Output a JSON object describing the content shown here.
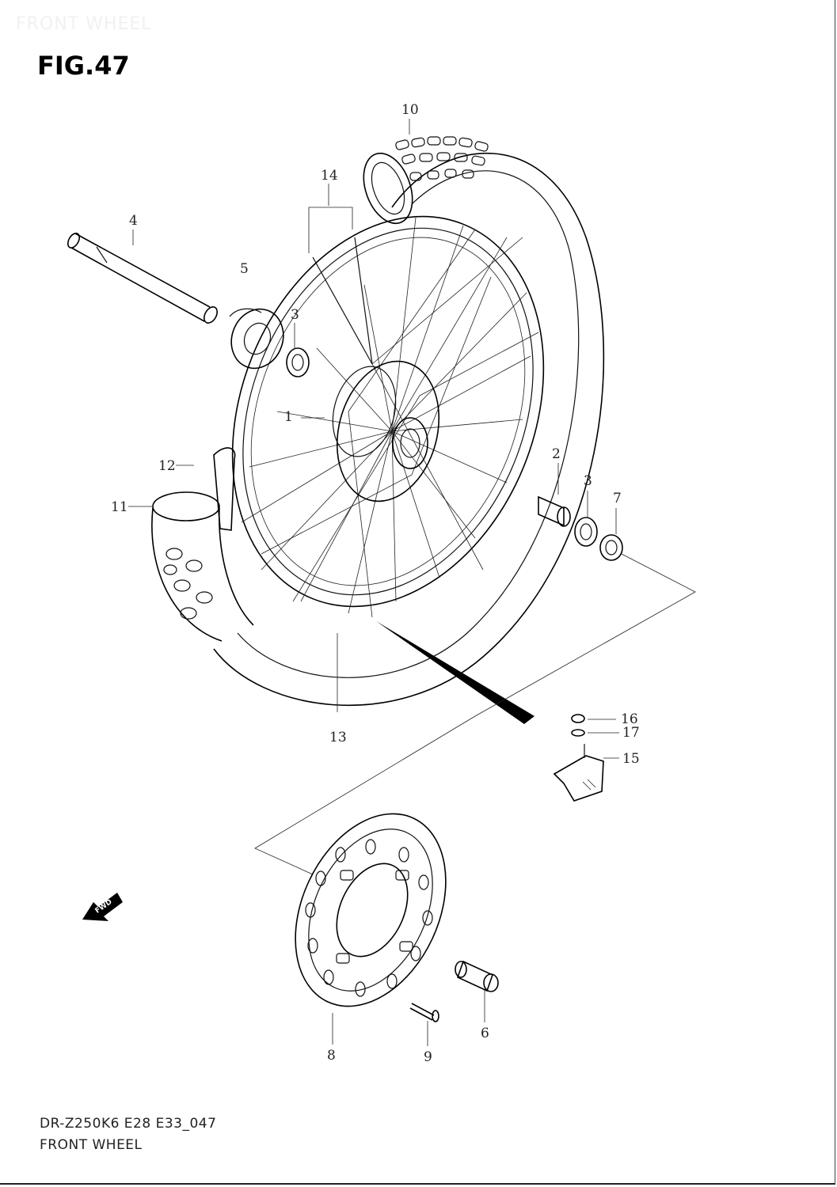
{
  "header": {
    "watermark": "FRONT WHEEL",
    "figure_title": "FIG.47"
  },
  "callouts": {
    "p1": "1",
    "p2": "2",
    "p3a": "3",
    "p3b": "3",
    "p4": "4",
    "p5": "5",
    "p6": "6",
    "p7": "7",
    "p8": "8",
    "p9": "9",
    "p10": "10",
    "p11": "11",
    "p12": "12",
    "p13": "13",
    "p14": "14",
    "p15": "15",
    "p16": "16",
    "p17": "17"
  },
  "fwd_label": "FWD",
  "footer": {
    "code": "DR-Z250K6 E28 E33_047",
    "caption": "FRONT WHEEL"
  }
}
